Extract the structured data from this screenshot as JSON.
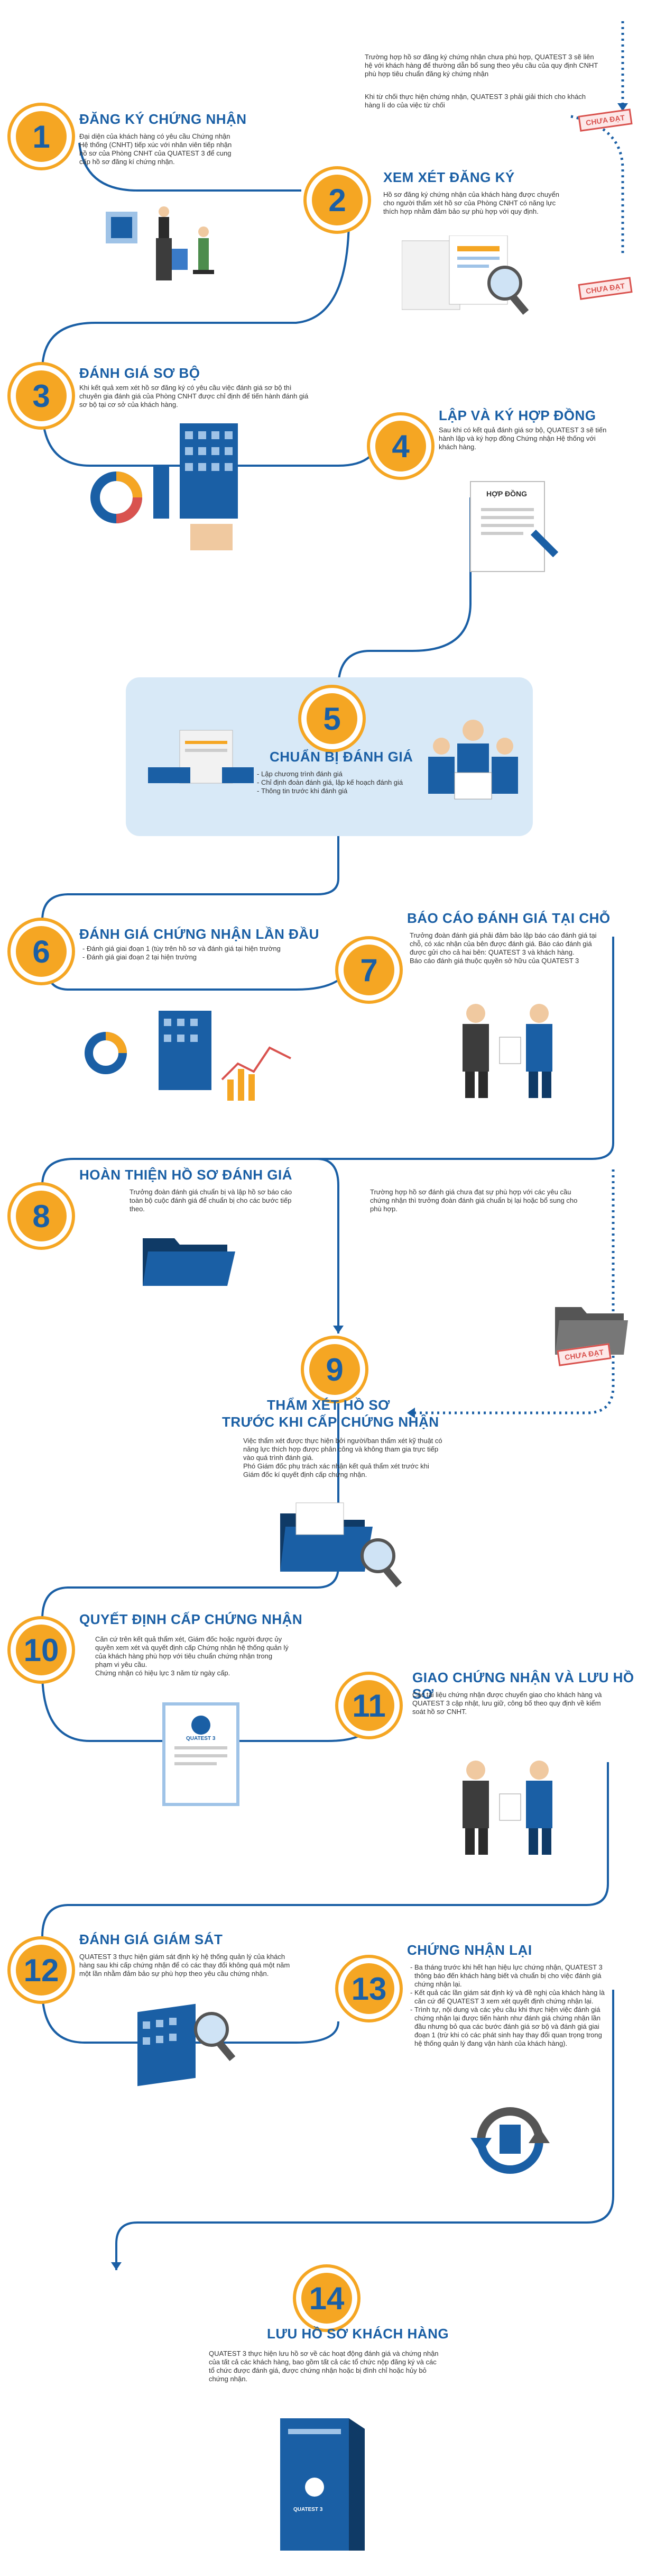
{
  "colors": {
    "accent_blue": "#1a5fa5",
    "accent_orange": "#f5a623",
    "stamp_red": "#d9534f",
    "panel_bg": "#d8e9f7"
  },
  "intro_note": "Trường hợp hồ sơ đăng ký chứng nhận chưa phù hợp, QUATEST 3 sẽ liên hệ với khách hàng để thường dẫn bổ sung theo yêu cầu của quy định CNHT phù hợp tiêu chuẩn đăng ký chứng nhận",
  "intro_note2": "Khi từ chối thực hiện chứng nhận, QUATEST 3 phải giải thích cho khách hàng lí do của việc từ chối",
  "stamps": {
    "s1": "CHƯA ĐẠT",
    "s2": "CHƯA ĐẠT",
    "s3": "CHƯA ĐẠT"
  },
  "steps": [
    {
      "num": "1",
      "title": "ĐĂNG KÝ CHỨNG NHẬN",
      "desc": "Đại diện của khách hàng có yêu cầu Chứng nhận Hệ thống (CNHT) tiếp xúc với nhân viên tiếp nhận hồ sơ của Phòng CNHT của QUATEST 3 để cung cấp hồ sơ đăng kí chứng nhận."
    },
    {
      "num": "2",
      "title": "XEM XÉT ĐĂNG KÝ",
      "desc": "Hồ sơ đăng ký chứng nhận của khách hàng được chuyển cho người thẩm xét hồ sơ của Phòng CNHT có năng lực thích hợp nhằm đảm bảo sự phù hợp với quy định."
    },
    {
      "num": "3",
      "title": "ĐÁNH GIÁ SƠ BỘ",
      "desc": "Khi kết quả xem xét hồ sơ đăng ký có yêu cầu việc đánh giá sơ bộ thì chuyên gia đánh giá của Phòng CNHT được chỉ định để tiến hành đánh giá sơ bộ tại cơ sở của khách hàng."
    },
    {
      "num": "4",
      "title": "LẬP VÀ KÝ HỢP ĐỒNG",
      "desc": "Sau khi có kết quả đánh giá sơ bộ, QUATEST 3 sẽ tiến hành lập và ký hợp đồng Chứng nhận Hệ thống với khách hàng.",
      "doc_label": "HỢP ĐỒNG"
    },
    {
      "num": "5",
      "title": "CHUẨN BỊ ĐÁNH GIÁ",
      "bullets": [
        "Lập chương trình đánh giá",
        "Chỉ định đoàn đánh giá, lập kế hoạch đánh giá",
        "Thông tin trước khi đánh giá"
      ]
    },
    {
      "num": "6",
      "title": "ĐÁNH GIÁ CHỨNG NHẬN LẦN ĐẦU",
      "bullets": [
        "Đánh giá giai đoạn 1 (tùy trên hồ sơ và đánh giá tại hiện trường",
        "Đánh giá giai đoạn 2 tại hiện trường"
      ]
    },
    {
      "num": "7",
      "title": "BÁO CÁO ĐÁNH GIÁ TẠI CHỖ",
      "desc": "Trưởng đoàn đánh giá phải đảm bảo lập báo cáo đánh giá tại chỗ, có xác nhận của bên được đánh giá. Báo cáo đánh giá được gửi cho cả hai bên: QUATEST 3 và khách hàng.",
      "desc2": "Báo cáo đánh giá thuộc quyền sở hữu của QUATEST 3"
    },
    {
      "num": "8",
      "title": "HOÀN THIỆN HỒ SƠ ĐÁNH GIÁ",
      "desc": "Trưởng đoàn đánh giá chuẩn bị và lập hồ sơ báo cáo toàn bộ cuộc đánh giá để chuẩn bị cho các bước tiếp theo."
    },
    {
      "num": "9",
      "title": "THẨM XÉT HỒ SƠ",
      "title2": "TRƯỚC KHI CẤP CHỨNG NHẬN",
      "desc": "Việc thẩm xét được thực hiện bởi người/ban thẩm xét kỹ thuật có năng lực thích hợp được phân công và không tham gia trực tiếp vào quá trình đánh giá.",
      "desc2": "Phó Giám đốc phụ trách xác nhận kết quả thẩm xét trước khi Giám đốc kí quyết định cấp chứng nhận."
    },
    {
      "num": "10",
      "title": "QUYẾT ĐỊNH CẤP CHỨNG NHẬN",
      "desc": "Căn cứ trên kết quả thẩm xét, Giám đốc hoặc người được ủy quyền xem xét và quyết định cấp Chứng nhận hệ thống quản lý của khách hàng phù hợp với tiêu chuẩn chứng nhận trong phạm vi yêu cầu.",
      "desc2": "Chứng nhận có hiệu lực 3 năm từ ngày cấp."
    },
    {
      "num": "11",
      "title": "GIAO CHỨNG NHẬN VÀ LƯU HỒ SƠ",
      "desc": "Các tài liệu chứng nhận được chuyển giao cho khách hàng và QUATEST 3 cập nhật, lưu giữ, công bố theo quy định về kiểm soát hồ sơ CNHT."
    },
    {
      "num": "12",
      "title": "ĐÁNH GIÁ GIÁM SÁT",
      "desc": "QUATEST 3 thực hiện giám sát định kỳ hệ thống quản lý của khách hàng sau khi cấp chứng nhận để có các thay đổi không quá một năm một lần nhằm đảm bảo sự phù hợp theo yêu cầu chứng nhận."
    },
    {
      "num": "13",
      "title": "CHỨNG NHẬN LẠI",
      "bullets": [
        "Ba tháng trước khi hết hạn hiệu lực chứng nhận, QUATEST 3 thông báo đến khách hàng biết và chuẩn bị cho việc đánh giá chứng nhận lại.",
        "Kết quả các lần giám sát định kỳ và đề nghị của khách hàng là căn cứ để QUATEST 3 xem xét quyết định chứng nhận lại.",
        "Trình tự, nội dung và các yêu cầu khi thực hiện việc đánh giá chứng nhận lại được tiến hành như đánh giá chứng nhận lần đầu nhưng bỏ qua các bước đánh giá sơ bộ và đánh giá giai đoạn 1 (trừ khi có các phát sinh hay thay đổi quan trọng trong hệ thống quản lý đang vận hành của khách hàng)."
      ]
    },
    {
      "num": "14",
      "title": "LƯU HỒ SƠ KHÁCH HÀNG",
      "desc": "QUATEST 3 thực hiện lưu hồ sơ về các hoạt động đánh giá và chứng nhận của tất cả các khách hàng, bao gồm tất cả các tổ chức nộp đăng ký và các tổ chức được đánh giá, được chứng nhận hoặc bị đình chỉ hoặc hủy bỏ chứng nhận."
    }
  ],
  "note_step8": "Trường hợp hồ sơ đánh giá chưa đạt sự phù hợp với các yêu cầu chứng nhận thì trưởng đoàn đánh giá chuẩn bị lại hoặc bổ sung cho phù hợp.",
  "cert_label": "QUATEST 3",
  "server_label": "QUATEST 3"
}
